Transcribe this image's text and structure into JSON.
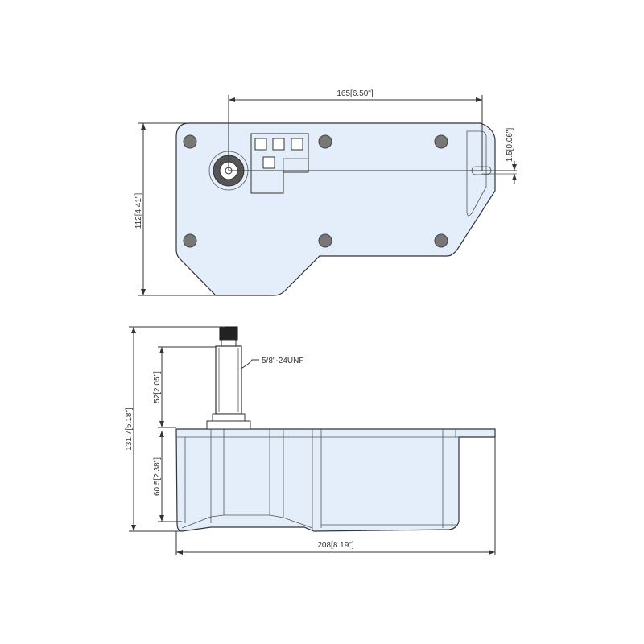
{
  "colors": {
    "part_fill": "#e3eefa",
    "line": "#333333"
  },
  "top_view": {
    "dim_width": "165[6.50\"]",
    "dim_height": "112[4.41\"]",
    "dim_slot": "1.5[0.06\"]"
  },
  "side_view": {
    "dim_total_height": "131.7[5.18\"]",
    "dim_shaft": "52[2.05\"]",
    "dim_body": "60.5[2.38\"]",
    "dim_length": "208[8.19\"]",
    "thread_label": "5/8\"-24UNF"
  }
}
